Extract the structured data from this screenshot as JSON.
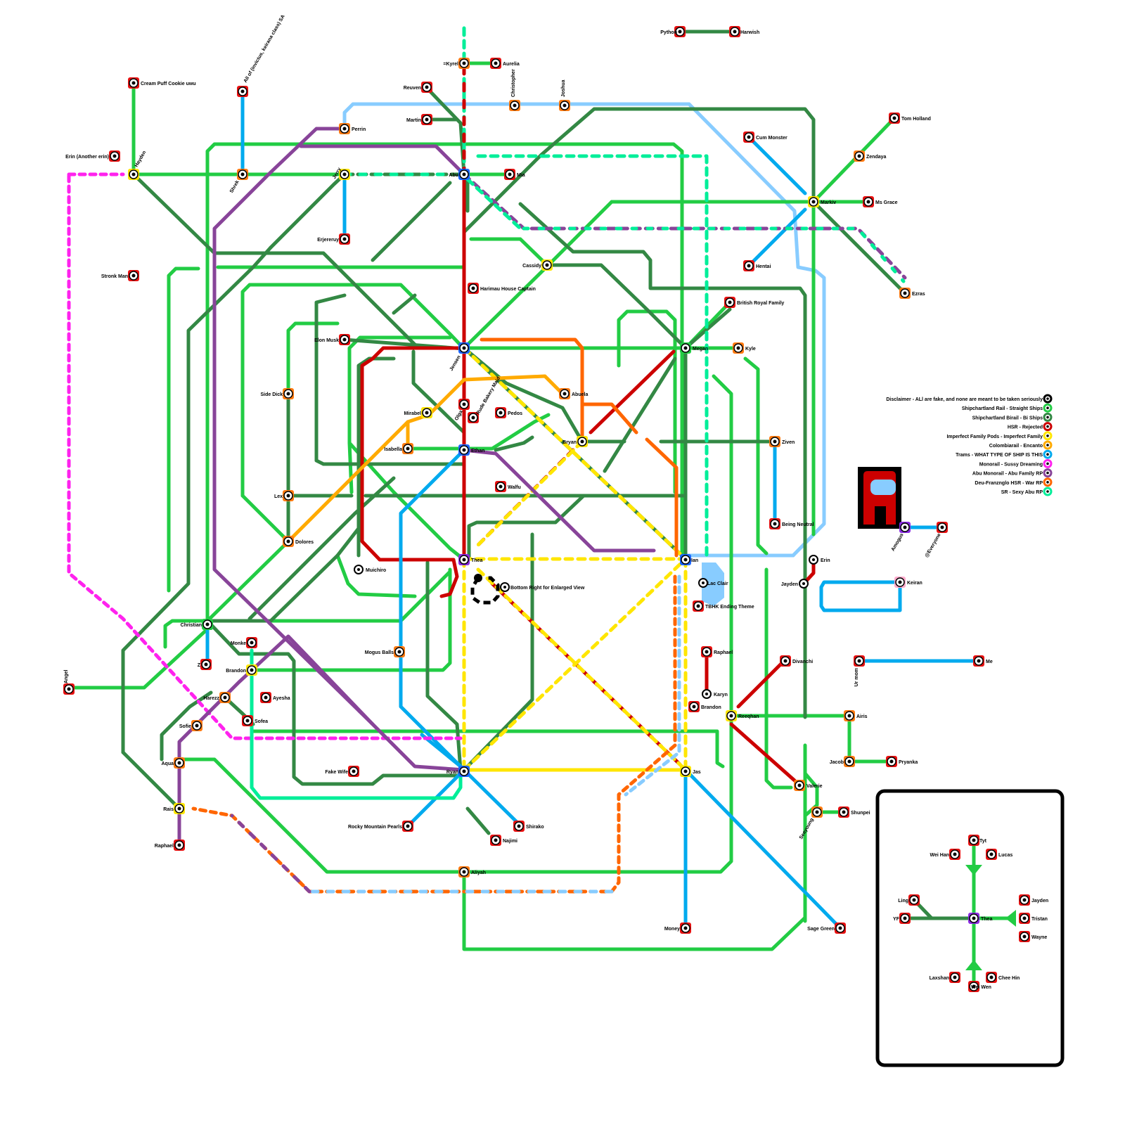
{
  "map_title": "",
  "inset_label": "Bottom Right for Enlarged View",
  "lake_label": "Lac Clair",
  "legend": [
    {
      "text": "Disclaimer - ALl are fake, and none are meant to be taken seriously",
      "color": "#000000"
    },
    {
      "text": "Shipchartland Rail - Straight Ships",
      "color": "#22cc44"
    },
    {
      "text": "Shipchartland Birail - Bi Ships",
      "color": "#338844"
    },
    {
      "text": "HSR - Rejected",
      "color": "#cc0000"
    },
    {
      "text": "Imperfect Family Pods - Imperfect Family",
      "color": "#ffe600"
    },
    {
      "text": "Colombiarail - Encanto",
      "color": "#ffaa00"
    },
    {
      "text": "Trams - WHAT TYPE OF SHIP IS THIS",
      "color": "#00aaee"
    },
    {
      "text": "Monorail - Sussy Dreaming",
      "color": "#ff22ee"
    },
    {
      "text": "Abu Monorail - Abu Family RP",
      "color": "#884499"
    },
    {
      "text": "Deu-Franznglo HSR - War RP",
      "color": "#ff6600"
    },
    {
      "text": "SR - Sexy Abu RP",
      "color": "#00ee99"
    }
  ],
  "stations": [
    {
      "name": "Python",
      "icon": "red"
    },
    {
      "name": "Harwish",
      "icon": "red"
    },
    {
      "name": "=Kyrel",
      "icon": "orange"
    },
    {
      "name": "Aurelia",
      "icon": "red"
    },
    {
      "name": "Reuven",
      "icon": "red"
    },
    {
      "name": "Christopher",
      "icon": "orange"
    },
    {
      "name": "Joshua",
      "icon": "orange"
    },
    {
      "name": "Martin",
      "icon": "red"
    },
    {
      "name": "Cream Puff Cookie uwu",
      "icon": "red"
    },
    {
      "name": "All of (invictus, keirana class) SA",
      "icon": "red"
    },
    {
      "name": "Perrin",
      "icon": "orange"
    },
    {
      "name": "Erin (Another erin)",
      "icon": "red"
    },
    {
      "name": "Hayden",
      "icon": "yellow"
    },
    {
      "name": "Shrek",
      "icon": "orange"
    },
    {
      "name": "Jerry",
      "icon": "yellow"
    },
    {
      "name": "Abu",
      "icon": "blue"
    },
    {
      "name": "Mia",
      "icon": "red"
    },
    {
      "name": "Cum Monster",
      "icon": "red"
    },
    {
      "name": "Tom Holland",
      "icon": "red"
    },
    {
      "name": "Zendaya",
      "icon": "orange"
    },
    {
      "name": "Markiv",
      "icon": "yellow"
    },
    {
      "name": "Ms Grace",
      "icon": "red"
    },
    {
      "name": "Erjereruy",
      "icon": "red"
    },
    {
      "name": "Stronk Man",
      "icon": "red"
    },
    {
      "name": "Cassidy",
      "icon": "yellow"
    },
    {
      "name": "Hentai",
      "icon": "red"
    },
    {
      "name": "Ezras",
      "icon": "orange"
    },
    {
      "name": "Harimau House Captain",
      "icon": "red"
    },
    {
      "name": "British Royal Family",
      "icon": "red"
    },
    {
      "name": "Elon Musk",
      "icon": "red"
    },
    {
      "name": "Jensen",
      "icon": "blue"
    },
    {
      "name": "Megan",
      "icon": "green"
    },
    {
      "name": "Kyle",
      "icon": "orange"
    },
    {
      "name": "Side Dick",
      "icon": "orange"
    },
    {
      "name": "Abuela",
      "icon": "orange"
    },
    {
      "name": "Olga",
      "icon": "red"
    },
    {
      "name": "Rude Bakery Maid",
      "icon": "red"
    },
    {
      "name": "Mirabel",
      "icon": "yellow"
    },
    {
      "name": "Pedos",
      "icon": "red"
    },
    {
      "name": "Bryan",
      "icon": "yellow"
    },
    {
      "name": "Ziven",
      "icon": "orange"
    },
    {
      "name": "Isabella",
      "icon": "orange"
    },
    {
      "name": "Ethan",
      "icon": "blue"
    },
    {
      "name": "Walfu",
      "icon": "red"
    },
    {
      "name": "Lex",
      "icon": "orange"
    },
    {
      "name": "Being Neutral",
      "icon": "red"
    },
    {
      "name": "Dolores",
      "icon": "orange"
    },
    {
      "name": "Thea",
      "icon": "purple"
    },
    {
      "name": "Ian",
      "icon": "blue"
    },
    {
      "name": "Erin",
      "icon": "white"
    },
    {
      "name": "Muichiro",
      "icon": "white"
    },
    {
      "name": "Jayden",
      "icon": "white"
    },
    {
      "name": "Keiran",
      "icon": "pink"
    },
    {
      "name": "TBHK Ending Theme",
      "icon": "red"
    },
    {
      "name": "Christian",
      "icon": "green"
    },
    {
      "name": "Monke",
      "icon": "red"
    },
    {
      "name": "Mogus Balls",
      "icon": "orange"
    },
    {
      "name": "Raphael",
      "icon": "red"
    },
    {
      "name": "Divanchi",
      "icon": "red"
    },
    {
      "name": "Ur mom",
      "icon": "red"
    },
    {
      "name": "Me",
      "icon": "red"
    },
    {
      "name": "Angel",
      "icon": "red"
    },
    {
      "name": "Z",
      "icon": "red"
    },
    {
      "name": "Brandon",
      "icon": "yellow"
    },
    {
      "name": "Karyn",
      "icon": "white"
    },
    {
      "name": "Harezz",
      "icon": "orange"
    },
    {
      "name": "Ayesha",
      "icon": "red"
    },
    {
      "name": "Sofea",
      "icon": "red"
    },
    {
      "name": "Brandon",
      "icon": "red"
    },
    {
      "name": "Reeqhan",
      "icon": "yellow"
    },
    {
      "name": "Airis",
      "icon": "orange"
    },
    {
      "name": "Sofie",
      "icon": "orange"
    },
    {
      "name": "Aqua",
      "icon": "orange"
    },
    {
      "name": "Fake Wife",
      "icon": "red"
    },
    {
      "name": "Ryan",
      "icon": "blue"
    },
    {
      "name": "Jas",
      "icon": "yellow"
    },
    {
      "name": "Jacob",
      "icon": "orange"
    },
    {
      "name": "Pryanka",
      "icon": "red"
    },
    {
      "name": "Valerie",
      "icon": "orange"
    },
    {
      "name": "Rais",
      "icon": "yellow"
    },
    {
      "name": "Seayoung",
      "icon": "orange"
    },
    {
      "name": "Shunpei",
      "icon": "red"
    },
    {
      "name": "Rocky Mountain Pearls",
      "icon": "red"
    },
    {
      "name": "Shirako",
      "icon": "red"
    },
    {
      "name": "Najimi",
      "icon": "red"
    },
    {
      "name": "Raphael",
      "icon": "red"
    },
    {
      "name": "Aliyah",
      "icon": "orange"
    },
    {
      "name": "Money",
      "icon": "red"
    },
    {
      "name": "Sage Green",
      "icon": "red"
    },
    {
      "name": "Amogus",
      "icon": "purple"
    },
    {
      "name": "@Everyone",
      "icon": "red"
    }
  ],
  "inset_stations": [
    {
      "name": "Tyt"
    },
    {
      "name": "Wei Han"
    },
    {
      "name": "Lucas"
    },
    {
      "name": "Ling"
    },
    {
      "name": "Jayden"
    },
    {
      "name": "YF"
    },
    {
      "name": "Thea"
    },
    {
      "name": "Tristan"
    },
    {
      "name": "Wayne"
    },
    {
      "name": "Laxshan"
    },
    {
      "name": "Chee Hin"
    },
    {
      "name": "Wei Wen"
    }
  ]
}
